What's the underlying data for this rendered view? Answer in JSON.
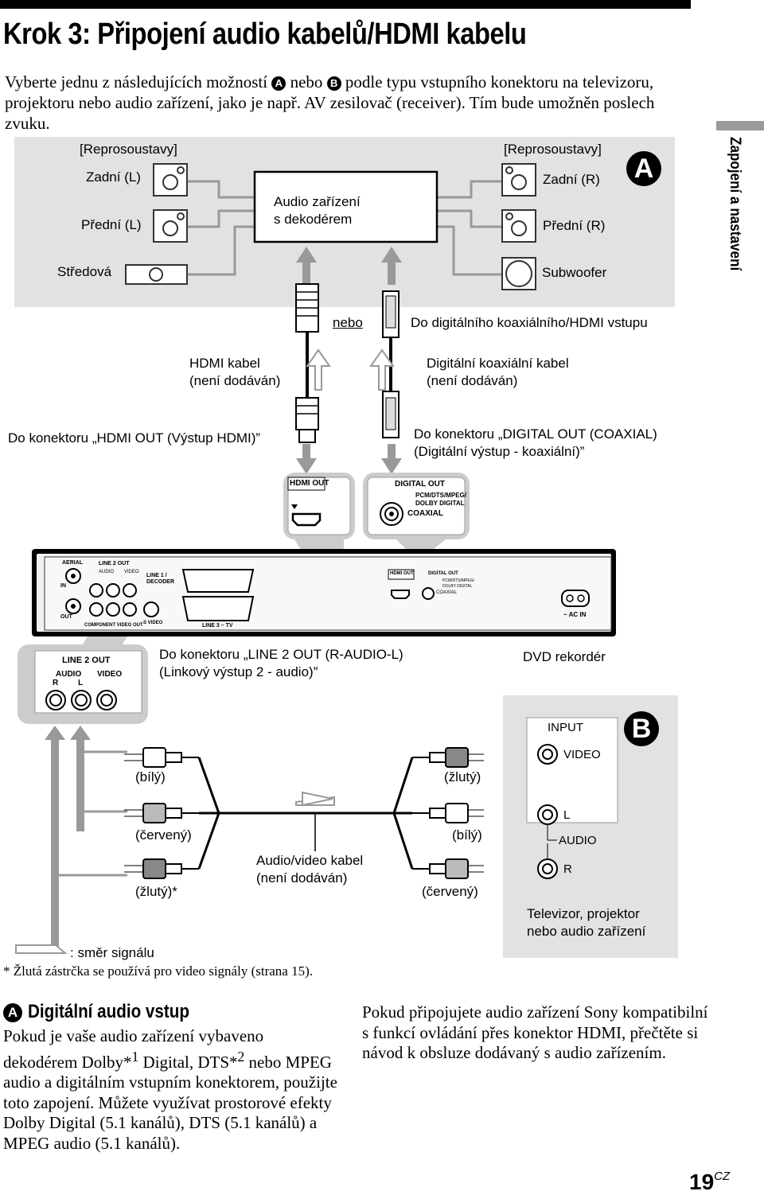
{
  "title": "Krok 3: Připojení audio kabelů/HDMI kabelu",
  "intro": {
    "part1": "Vyberte jednu z následujících možností",
    "optA": "A",
    "mid": "nebo",
    "optB": "B",
    "part2": "podle typu vstupního konektoru na televizoru, projektoru nebo audio zařízení, jako je např. AV zesilovač (receiver). Tím bude umožněn poslech zvuku."
  },
  "side_tab": "Zapojení a nastavení",
  "diagram": {
    "badgeA": "A",
    "badgeB": "B",
    "speakers_left": "[Reprosoustavy]",
    "speakers_right": "[Reprosoustavy]",
    "rear_l": "Zadní (L)",
    "front_l": "Přední (L)",
    "center": "Středová",
    "rear_r": "Zadní (R)",
    "front_r": "Přední (R)",
    "subwoofer": "Subwoofer",
    "audio_device_1": "Audio zařízení",
    "audio_device_2": "s dekodérem",
    "or": "nebo",
    "to_digital": "Do digitálního koaxiálního/HDMI vstupu",
    "hdmi_cable_1": "HDMI kabel",
    "hdmi_cable_2": "(není dodáván)",
    "coax_cable_1": "Digitální koaxiální kabel",
    "coax_cable_2": "(není dodáván)",
    "to_hdmi_out": "Do konektoru „HDMI OUT (Výstup HDMI)”",
    "to_digital_out_1": "Do konektoru „DIGITAL OUT (COAXIAL)",
    "to_digital_out_2": "(Digitální výstup - koaxiální)”",
    "panel_hdmi_out": "HDMI OUT",
    "panel_digital_out": "DIGITAL OUT",
    "panel_pcm": "PCM/DTS/MPEG/",
    "panel_dolby": "DOLBY DIGITAL",
    "panel_coaxial": "COAXIAL",
    "rp_aerial": "AERIAL",
    "rp_in": "IN",
    "rp_out": "OUT",
    "rp_line2out": "LINE 2 OUT",
    "rp_audio": "AUDIO",
    "rp_video": "VIDEO",
    "rp_line1": "LINE 1 /",
    "rp_decoder": "DECODER",
    "rp_component": "COMPONENT VIDEO OUT",
    "rp_svideo": "S VIDEO",
    "rp_line3": "LINE 3 – TV",
    "rp_ac": "~ AC IN",
    "to_line2_1": "Do konektoru „LINE 2 OUT (R-AUDIO-L)",
    "to_line2_2": "(Linkový výstup 2 - audio)”",
    "dvd_recorder": "DVD rekordér",
    "l2_title": "LINE 2 OUT",
    "l2_audio": "AUDIO",
    "l2_r": "R",
    "l2_l": "L",
    "l2_video": "VIDEO",
    "white_l": "(bílý)",
    "red_l": "(červený)",
    "yellow_l": "(žlutý)*",
    "yellow_r": "(žlutý)",
    "white_r": "(bílý)",
    "red_r": "(červený)",
    "av_cable_1": "Audio/video kabel",
    "av_cable_2": "(není dodáván)",
    "input": "INPUT",
    "in_video": "VIDEO",
    "in_l": "L",
    "in_audio": "AUDIO",
    "in_r": "R",
    "tv_1": "Televizor, projektor",
    "tv_2": "nebo audio zařízení",
    "signal_legend": ": směr signálu",
    "footnote": "* Žlutá zástrčka se používá pro video signály (strana 15)."
  },
  "section": {
    "badge": "A",
    "heading": "Digitální audio vstup",
    "body_a": "Pokud je vaše audio zařízení vybaveno dekodérem Dolby*",
    "sup1": "1",
    "body_b": " Digital, DTS*",
    "sup2": "2",
    "body_c": " nebo MPEG audio a digitálním vstupním konektorem, použijte toto zapojení. Můžete využívat prostorové efekty Dolby Digital (5.1 kanálů), DTS (5.1 kanálů) a MPEG audio (5.1 kanálů).",
    "right": "Pokud připojujete audio zařízení Sony kompatibilní s funkcí ovládání přes konektor HDMI, přečtěte si návod k obsluze dodávaný s audio zařízením."
  },
  "page": {
    "number": "19",
    "suffix": "CZ"
  }
}
